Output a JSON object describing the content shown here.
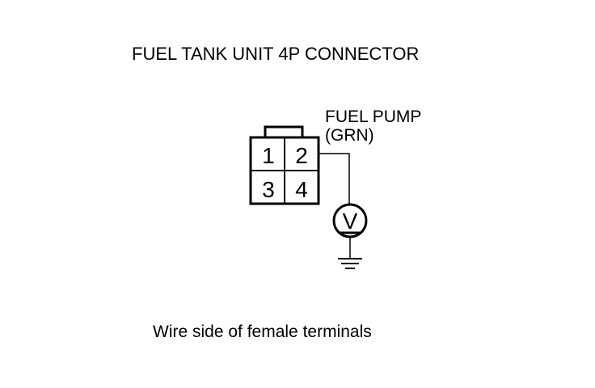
{
  "title": "FUEL TANK UNIT 4P CONNECTOR",
  "caption": "Wire side of female terminals",
  "pump_label": {
    "line1": "FUEL PUMP",
    "line2": "(GRN)"
  },
  "connector": {
    "terminals": [
      "1",
      "2",
      "3",
      "4"
    ]
  },
  "meter_symbol": "V",
  "icons": [
    "voltmeter-icon",
    "ground-icon"
  ]
}
